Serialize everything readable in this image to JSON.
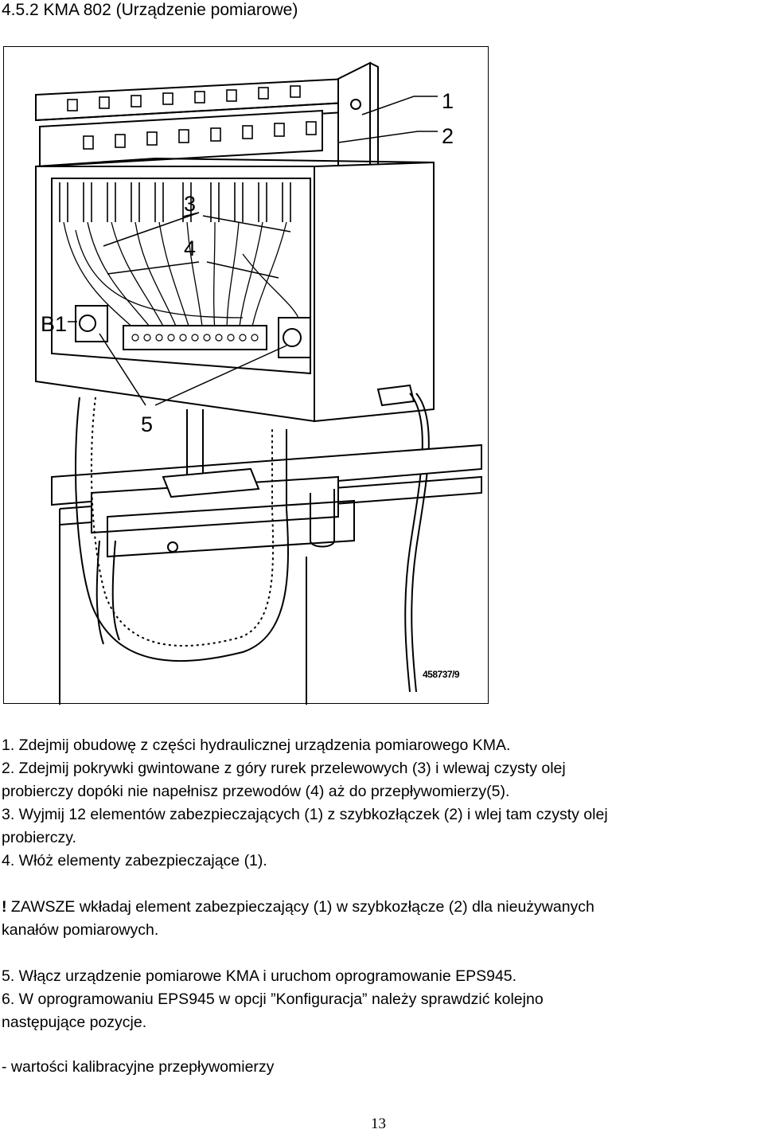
{
  "heading": "4.5.2 KMA 802 (Urządzenie pomiarowe)",
  "figure": {
    "callouts": [
      "1",
      "2",
      "3",
      "4",
      "B1",
      "5"
    ],
    "code": "458737/9"
  },
  "steps": {
    "s1": "1. Zdejmij obudowę z części hydraulicznej urządzenia pomiarowego KMA.",
    "s2a": "2. Zdejmij pokrywki gwintowane z góry rurek przelewowych (3) i wlewaj czysty olej",
    "s2b": "probierczy dopóki nie napełnisz przewodów (4) aż do przepływomierzy(5).",
    "s3a": "3. Wyjmij 12 elementów zabezpieczających (1) z szybkozłączek (2) i wlej tam czysty olej",
    "s3b": "probierczy.",
    "s4": "4. Włóż elementy zabezpieczające (1).",
    "warn_mark": "!",
    "warn_a": " ZAWSZE wkładaj element zabezpieczający (1) w szybkozłącze (2) dla nieużywanych",
    "warn_b": "kanałów pomiarowych.",
    "s5": "5. Włącz urządzenie pomiarowe KMA i uruchom oprogramowanie EPS945.",
    "s6a": "6. W oprogramowaniu EPS945 w opcji ”Konfiguracja” należy sprawdzić kolejno",
    "s6b": "następujące pozycje.",
    "s7": "- wartości kalibracyjne przepływomierzy"
  },
  "page_number": "13"
}
